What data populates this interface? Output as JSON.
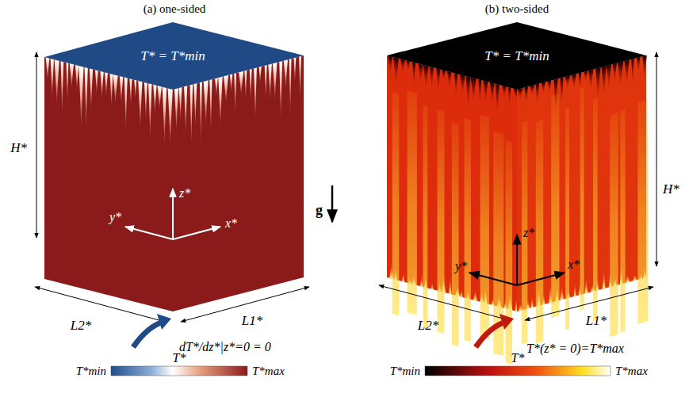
{
  "diagram": {
    "labels": [
      "(a) one-sided",
      "(b) two-sided",
      "T* = T*min",
      "T* = T*min",
      "H*",
      "H*",
      "g",
      "z*",
      "y*",
      "x*",
      "z*",
      "y*",
      "x*",
      "L2*",
      "L1*",
      "L2*",
      "L1*",
      "dT*/dz*|z*=0 = 0",
      "T*(z* = 0)=T*max",
      "T*",
      "T*min",
      "T*max",
      "T*",
      "T*min",
      "T*max"
    ]
  }
}
